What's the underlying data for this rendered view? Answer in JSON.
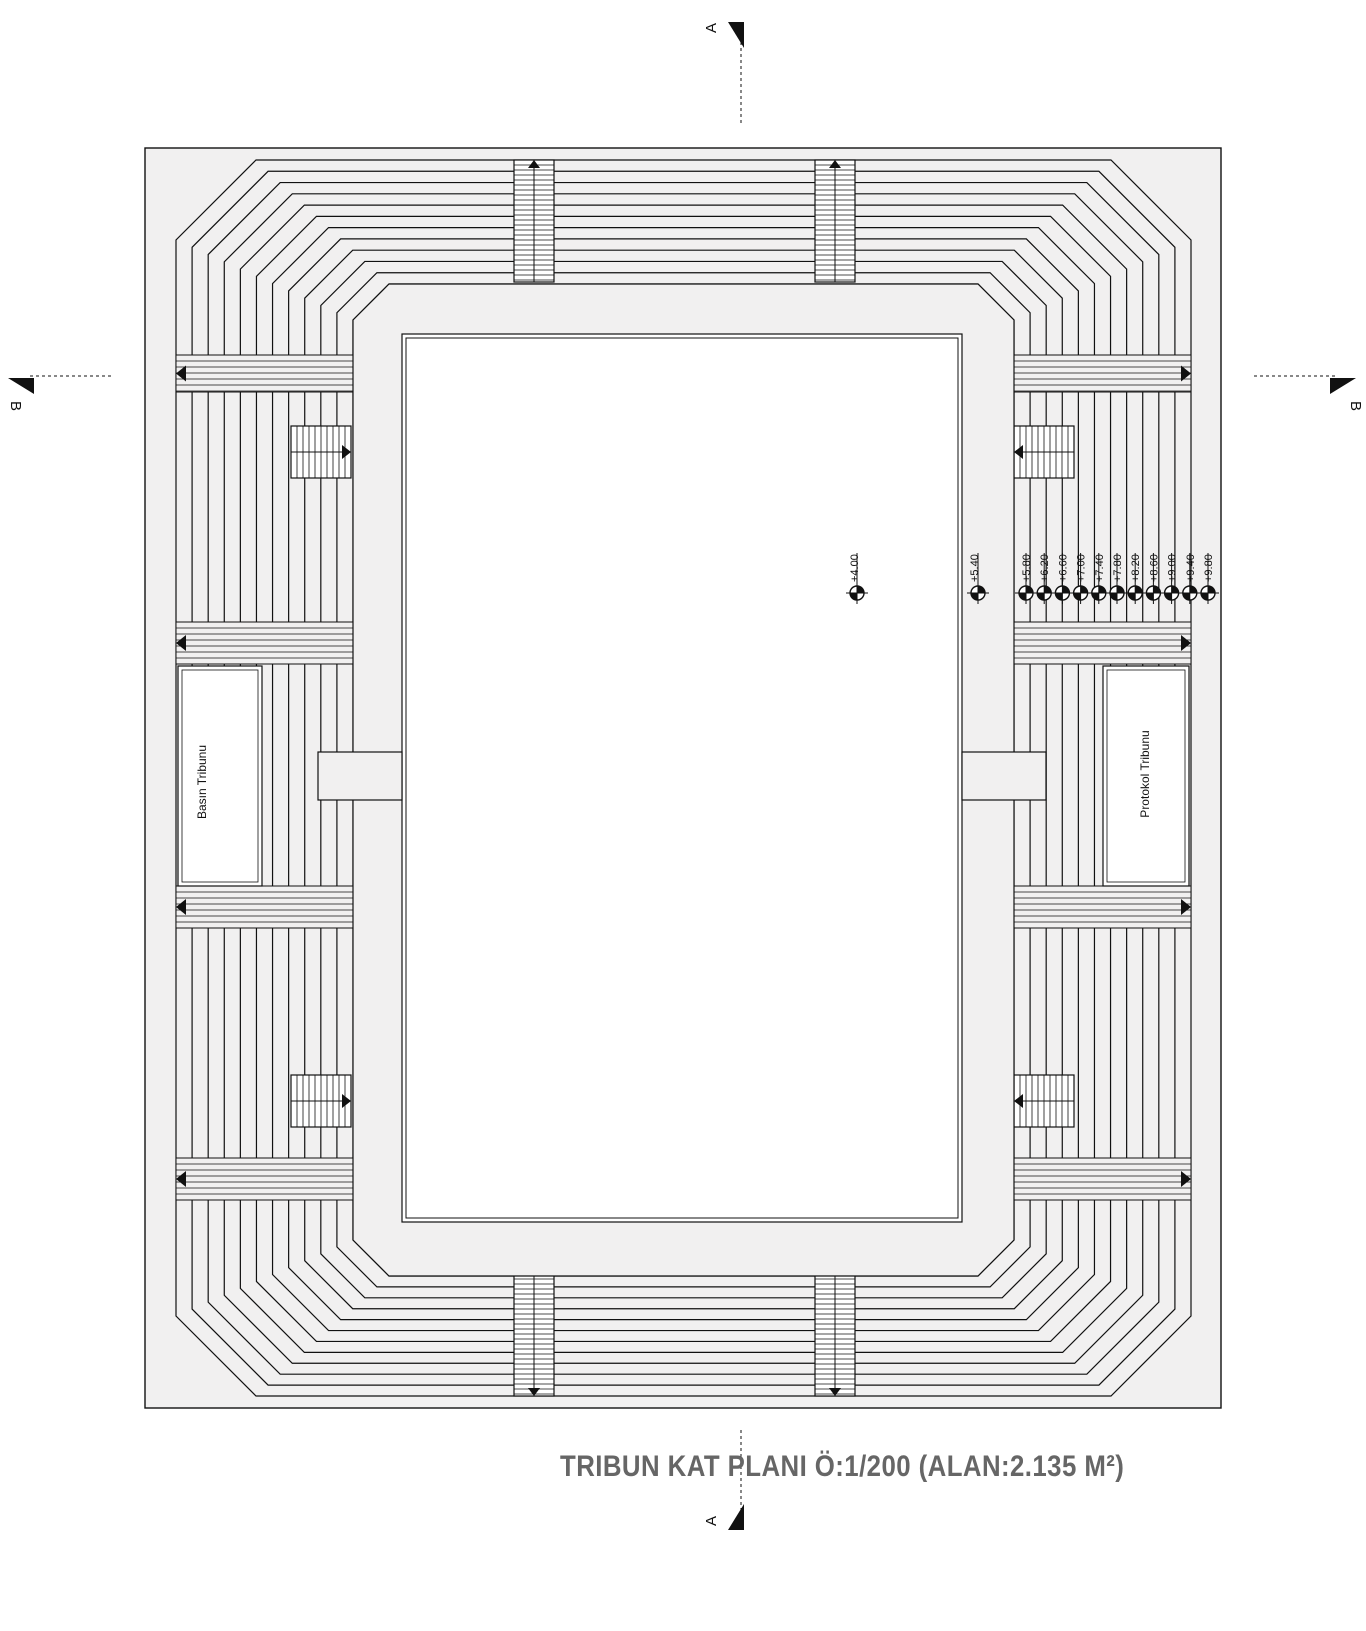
{
  "drawing": {
    "title": "TRIBUN KAT PLANI Ö:1/200 (ALAN:2.135 M²)",
    "section_markers": {
      "a_label": "A",
      "b_label": "B"
    },
    "stands": {
      "left_label": "Basın Tribunu",
      "right_label": "Protokol Tribunu"
    },
    "elevations": {
      "field_level": "+4.00",
      "concourse_level": "+5.40",
      "seating_steps": [
        "+5.80",
        "+6.20",
        "+6.60",
        "+7.00",
        "+7.40",
        "+7.80",
        "+8.20",
        "+8.60",
        "+9.00",
        "+9.40",
        "+9.80"
      ]
    },
    "colors": {
      "line": "#111111",
      "fill": "#f1f0f0",
      "title": "#666666"
    }
  }
}
